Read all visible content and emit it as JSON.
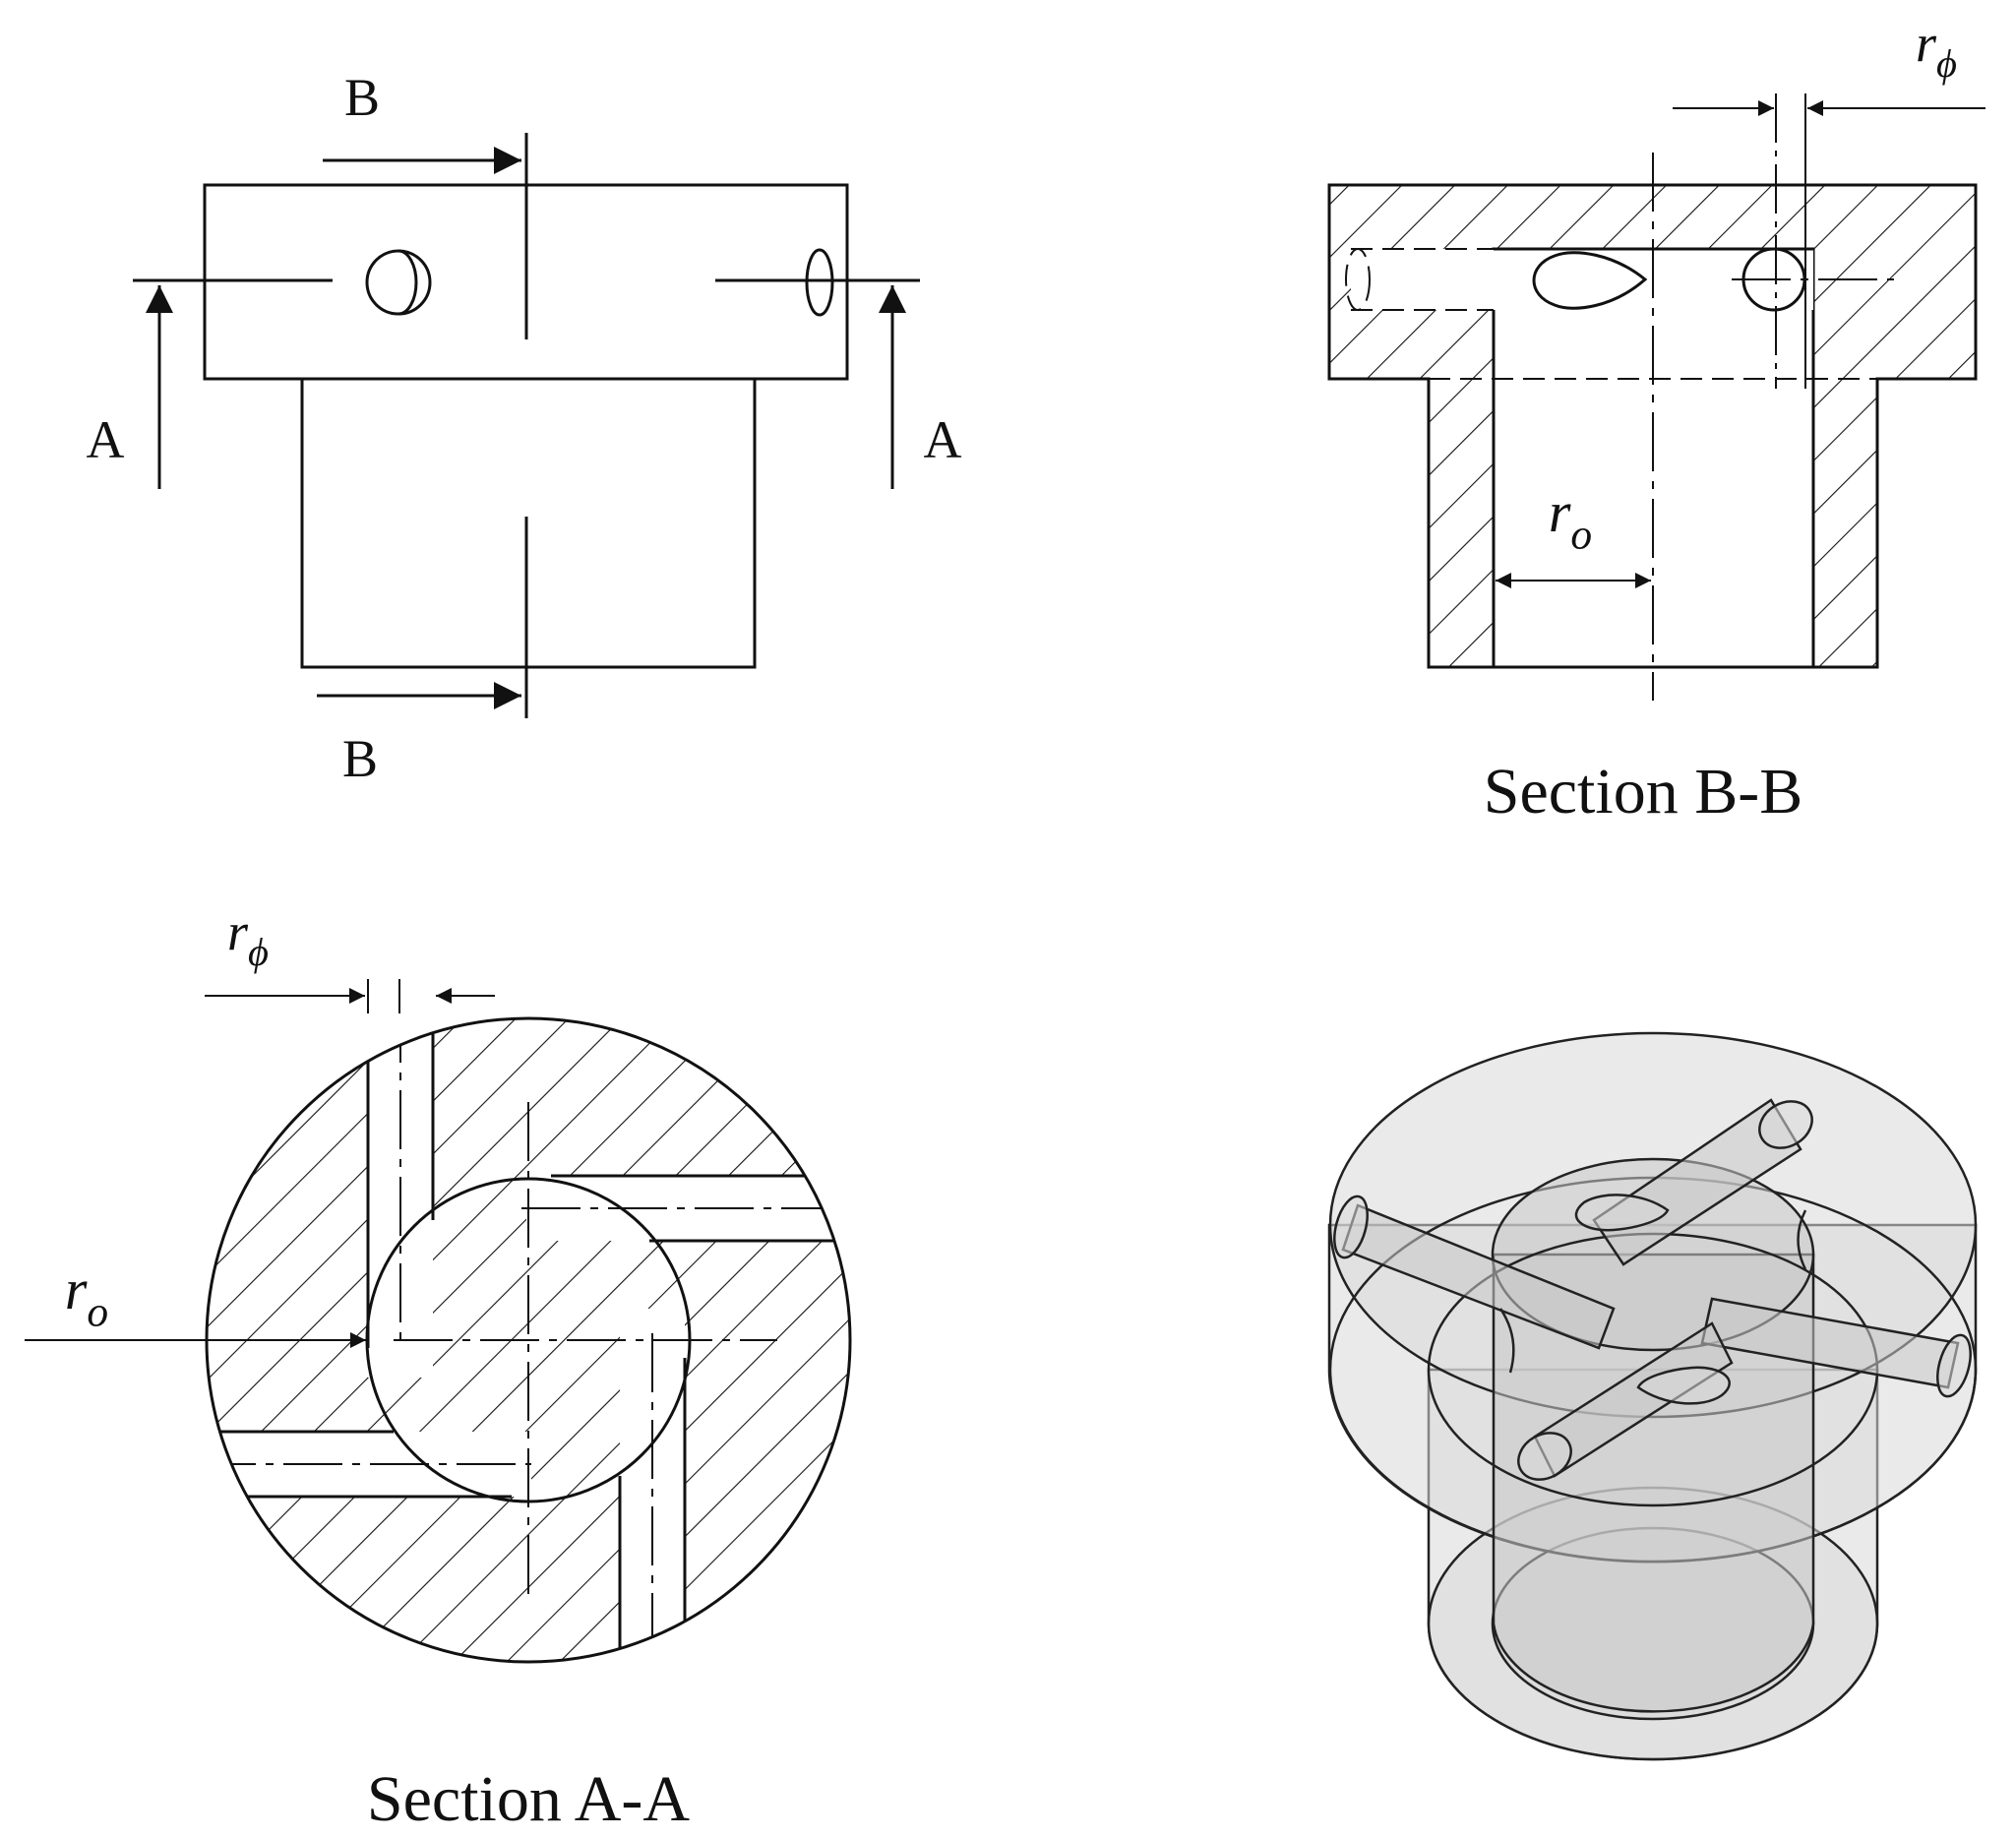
{
  "front_view": {
    "cut_b_top": "B",
    "cut_b_bottom": "B",
    "cut_a_left": "A",
    "cut_a_right": "A"
  },
  "section_b": {
    "caption": "Section B-B",
    "dim_r_phi": "rϕ",
    "dim_r_o": "ro"
  },
  "section_a": {
    "caption": "Section A-A",
    "dim_r_phi": "rϕ",
    "dim_r_o": "ro"
  },
  "isometric": {
    "fill_color": "#d9d9d9"
  }
}
